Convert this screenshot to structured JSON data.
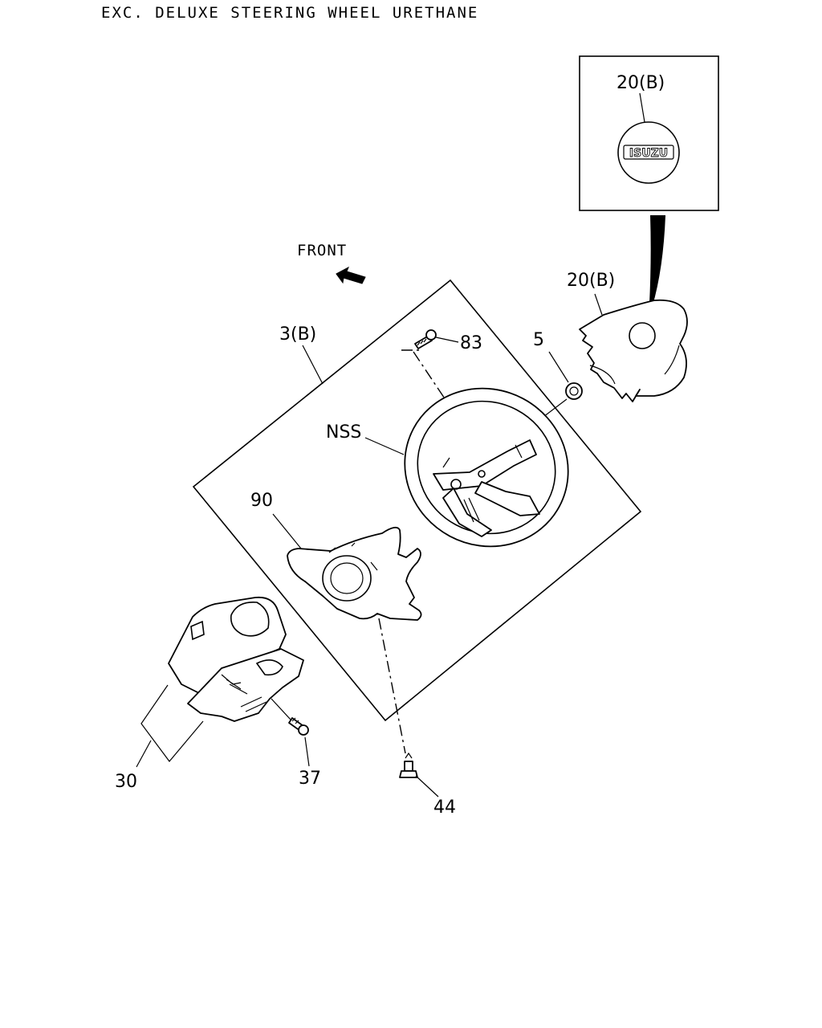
{
  "title": "EXC. DELUXE STEERING WHEEL URETHANE",
  "front_label": "FRONT",
  "inset": {
    "label": "20(B)",
    "emblem_text": "ISUZU"
  },
  "labels": {
    "horn_pad": "20(B)",
    "assembly": "3(B)",
    "screw_83": "83",
    "nut_5": "5",
    "nss": "NSS",
    "cover_90": "90",
    "switch_30": "30",
    "screw_37": "37",
    "screw_44": "44"
  }
}
